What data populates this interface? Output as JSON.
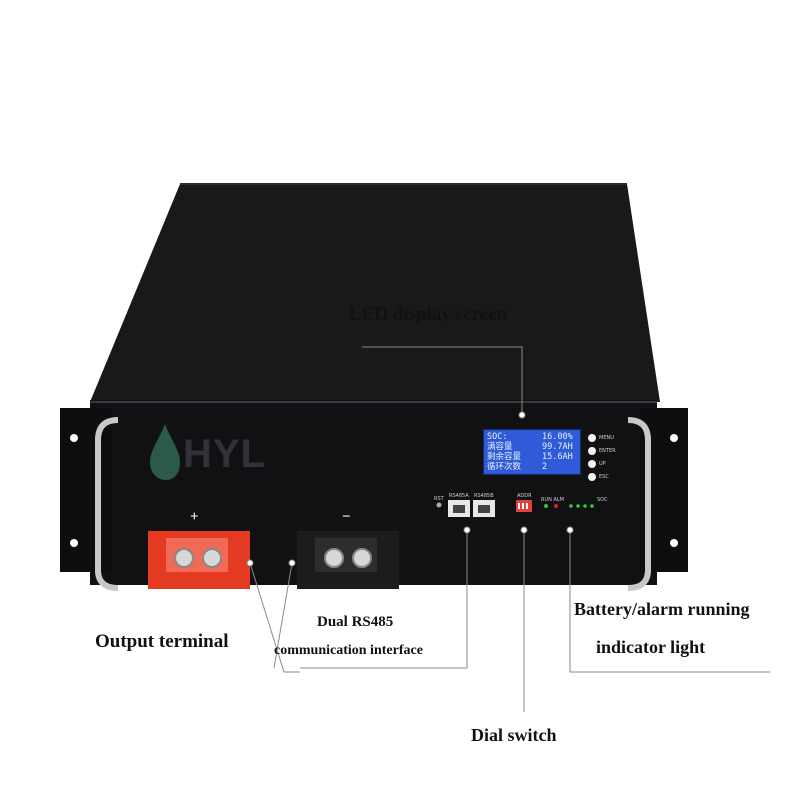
{
  "brand": "HYL",
  "labels": {
    "led_display": "LED display screen",
    "output_terminal": "Output terminal",
    "rs485_line1": "Dual RS485",
    "rs485_line2": "communication interface",
    "indicator_line1": "Battery/alarm running",
    "indicator_line2": "indicator light",
    "dial_switch": "Dial switch"
  },
  "terminals": {
    "positive": "+",
    "negative": "−"
  },
  "lcd": {
    "rows": [
      {
        "key": "SOC:",
        "value": "16.00%"
      },
      {
        "key": "满容量",
        "value": "99.7AH"
      },
      {
        "key": "剩余容量",
        "value": "15.6AH"
      },
      {
        "key": "循环次数",
        "value": "2"
      }
    ]
  },
  "buttons": [
    "MENU",
    "ENTER",
    "UP",
    "ESC"
  ],
  "panel_marks": {
    "rst": "RST",
    "port_a": "RS485A",
    "port_b": "RS485B",
    "addr": "ADDR",
    "run_alm": "RUN ALM",
    "soc": "SOC"
  },
  "colors": {
    "chassis": "#141416",
    "positive_terminal": "#e53a22",
    "lcd": "#2f5bd8",
    "soc_led": "#3cc43c",
    "alarm_led": "#e02020"
  }
}
